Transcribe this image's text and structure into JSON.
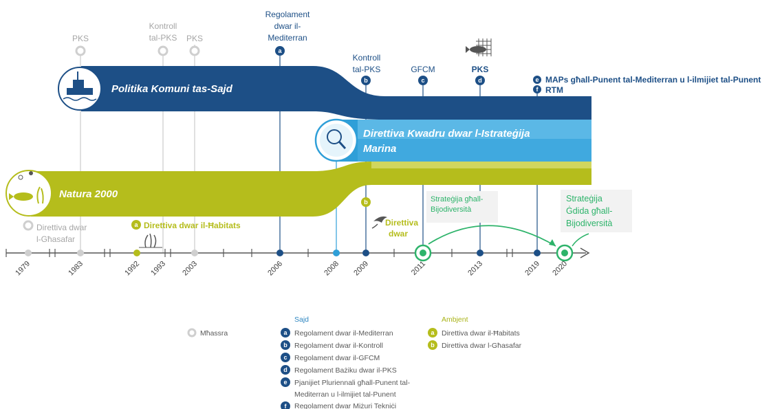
{
  "bands": {
    "fisheries": "Politika Komuni tas-Sajd",
    "msfd_line1": "Direttiva Kwadru dwar l-Istrateġija",
    "msfd_line2": "Marina",
    "natura": "Natura 2000"
  },
  "years": [
    "1979",
    "1983",
    "1992",
    "1993",
    "2003",
    "2006",
    "2008",
    "2009",
    "2011",
    "2013",
    "2019",
    "2020"
  ],
  "top_labels": {
    "pks_1983": "PKS",
    "kontroll_1993_l1": "Kontroll",
    "kontroll_1993_l2": "tal-PKS",
    "pks_2003": "PKS",
    "reg_med_l1": "Regolament",
    "reg_med_l2": "dwar il-",
    "reg_med_l3": "Mediterran",
    "kontroll_2009_l1": "Kontroll",
    "kontroll_2009_l2": "tal-PKS",
    "gfcm": "GFCM",
    "pks_2013": "PKS",
    "maps": "MAPs għall-Punent tal-Mediterran u l-ilmijiet tal-Punent",
    "rtm": "RTM"
  },
  "bottom_labels": {
    "birds_1979_l1": "Direttiva dwar",
    "birds_1979_l2": "l-Għasafar",
    "habitats_1992": "Direttiva dwar il-Ħabitats",
    "birds_2009_l1": "Direttiva",
    "birds_2009_l2": "dwar",
    "biodiv_2011_l1": "Strateġija għall-",
    "biodiv_2011_l2": "Bijodiversità",
    "biodiv_2020_l1": "Strateġija",
    "biodiv_2020_l2": "Ġdida għall-",
    "biodiv_2020_l3": "Bijodiversità"
  },
  "badges": {
    "a": "a",
    "b": "b",
    "c": "c",
    "d": "d",
    "e": "e",
    "f": "f"
  },
  "legend": {
    "expired": "Mħassra",
    "fishing_header": "Sajd",
    "fishing": [
      "Regolament dwar il-Mediterran",
      "Regolament dwar il-Kontroll",
      "Regolament dwar il-GFCM",
      "Regolament Bażiku dwar il-PKS",
      "Pjanijiet Pluriennali għall-Punent tal-",
      "Mediterran u l-ilmijiet tal-Punent",
      "Regolament dwar Miżuri Tekniċi"
    ],
    "env_header": "Ambjent",
    "env": [
      "Direttiva dwar il-Ħabitats",
      "Direttiva dwar l-Għasafar"
    ]
  },
  "colors": {
    "navy": "#1d4f86",
    "blue": "#2f9fd8",
    "blue_light": "#5bb8e6",
    "lime": "#b5bd1c",
    "green": "#2db36a",
    "grey": "#a6a6a6"
  }
}
